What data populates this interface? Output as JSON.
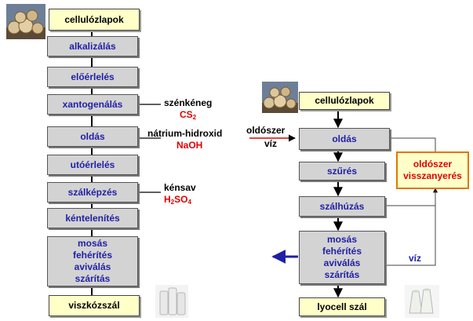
{
  "left": {
    "steps": [
      "cellulózlapok",
      "alkalizálás",
      "előérlelés",
      "xantogenálás",
      "oldás",
      "utóérlelés",
      "szálképzés",
      "kéntelenítés",
      "mosás",
      "fehérítés",
      "avivá­lás",
      "szárítás",
      "viszkózszál"
    ],
    "reagents": {
      "xantogenalas": {
        "name": "szénkéneg",
        "formula_main": "CS",
        "formula_sub": "2"
      },
      "oldas": {
        "name": "nátrium-hidroxid",
        "formula_main": "NaOH"
      },
      "szalkepzes": {
        "name": "kénsav",
        "formula_pre": "H",
        "formula_sub1": "2",
        "formula_mid": "SO",
        "formula_sub2": "4"
      }
    }
  },
  "right": {
    "steps": {
      "start": "cellulózlapok",
      "oldas": "oldás",
      "szures": "szűrés",
      "szalhuzas": "szálhúzás",
      "mosas": [
        "mosás",
        "fehérítés",
        "aviválás",
        "szárítás"
      ],
      "end": "lyocell szál"
    },
    "input_labels": [
      "oldószer",
      "víz"
    ],
    "recovery": [
      "oldószer",
      "visszanyerés"
    ],
    "water_label": "víz"
  },
  "colors": {
    "process_fill": "#d3d3d3",
    "process_text": "#1f1fa8",
    "terminal_fill": "#ffffc8",
    "recovery_border": "#e07800",
    "formula_red": "#e00000"
  },
  "icons": [
    "wood-logs-icon",
    "fiber-spools-icon"
  ]
}
